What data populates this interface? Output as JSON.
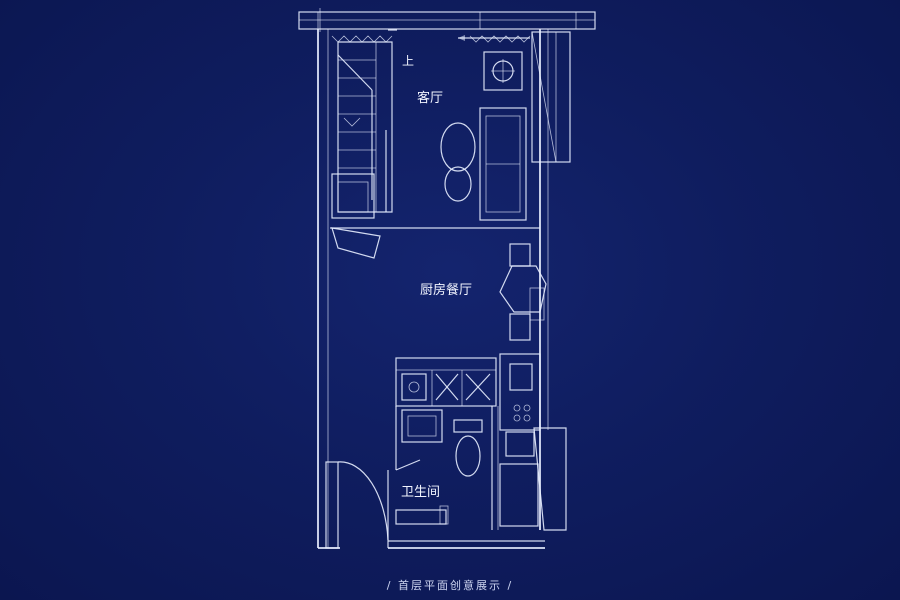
{
  "rooms": {
    "living_room": "客厅",
    "kitchen_dining": "厨房餐厅",
    "bathroom": "卫生间"
  },
  "stair_label": "上",
  "caption": "/ 首层平面创意展示 /",
  "colors": {
    "background": "#0f1d5f",
    "line": "#e8eeff"
  }
}
